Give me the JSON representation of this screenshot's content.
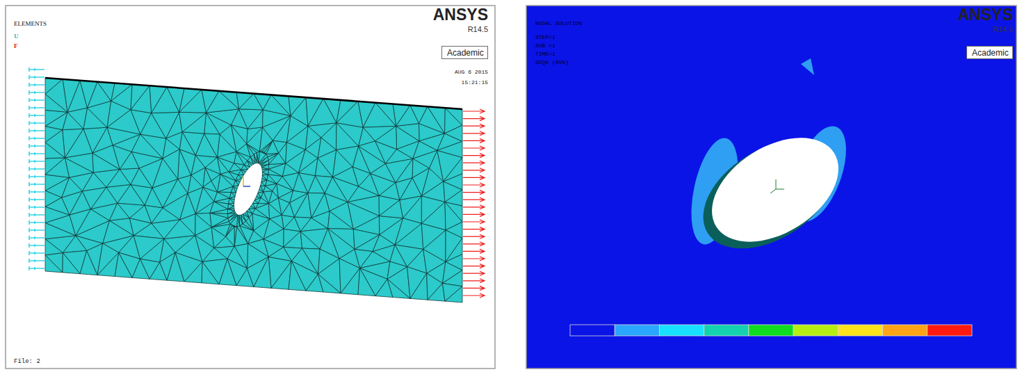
{
  "diagram": {
    "nodes": [
      {
        "text": [
          "Academic"
        ]
      },
      {
        "text": [
          "Academic"
        ]
      }
    ],
    "labels": [
      "ELEMENTS",
      "U",
      "F",
      "ANSYS",
      "R14.5",
      "AUG 6 2015",
      "15:21:15",
      "File: 2",
      "ANSYS",
      "R14.5",
      "NODAL SOLUTION",
      "STEP=1",
      "SUB =1",
      "TIME=1",
      "SEQV (AVG)"
    ]
  }
}
